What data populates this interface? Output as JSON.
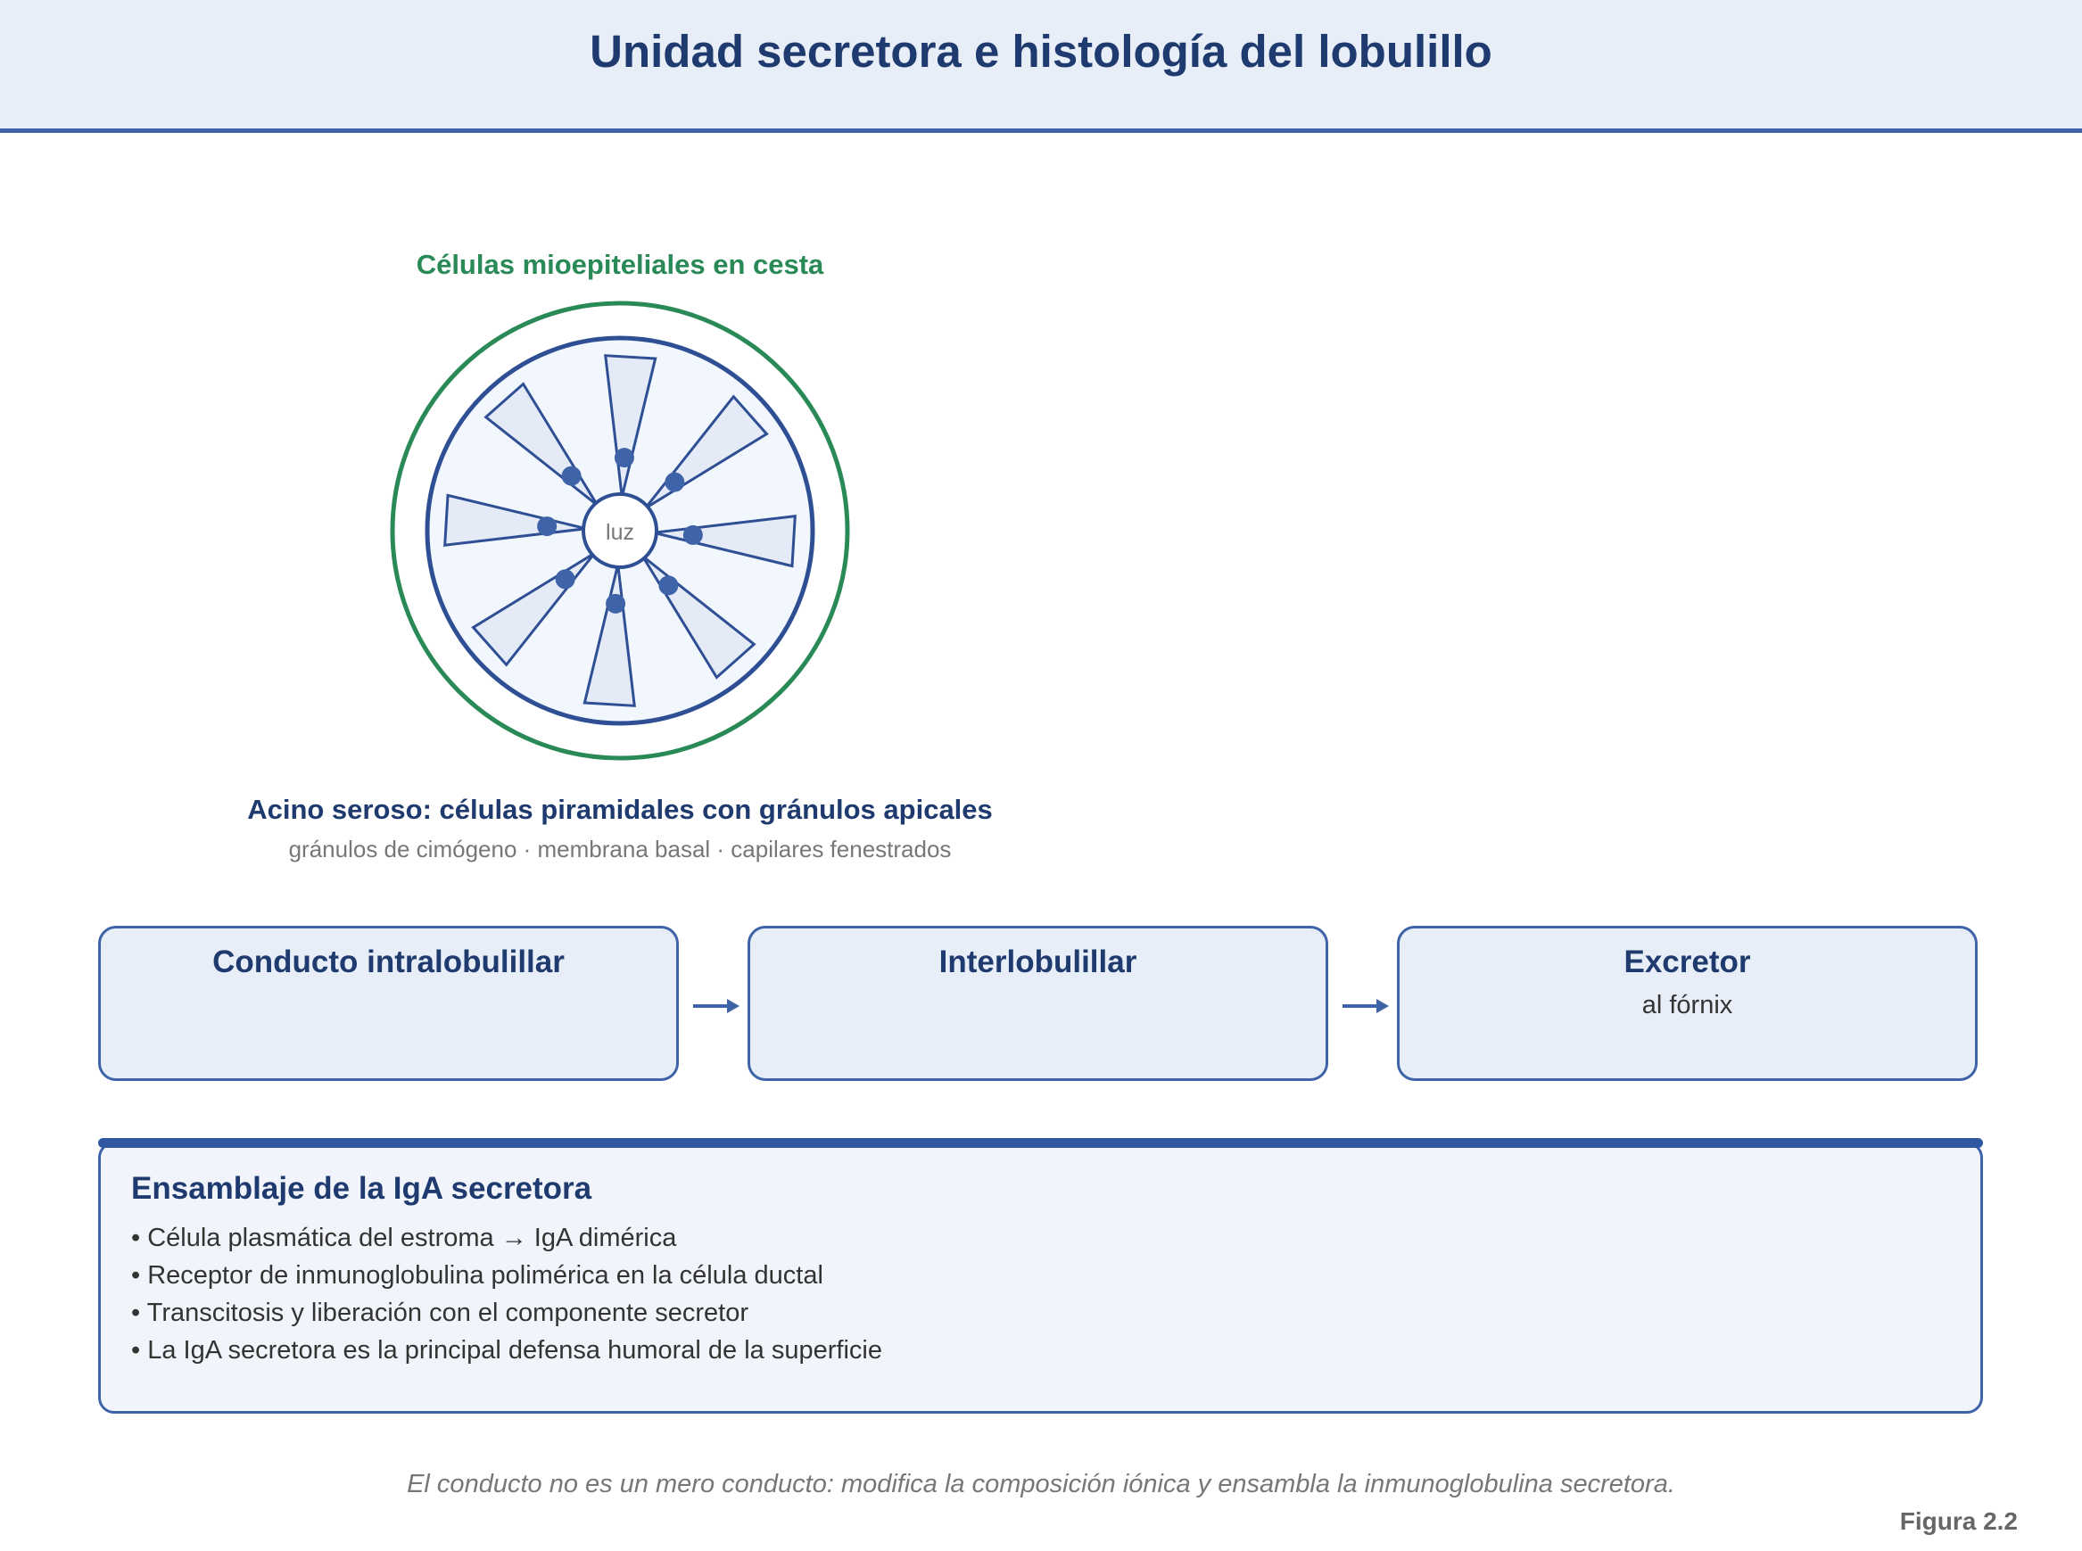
{
  "header": {
    "title": "Unidad secretora e histología del lobulillo"
  },
  "acino": {
    "myoepithelial_label": "Células mioepiteliales en cesta",
    "lumen_label": "luz",
    "caption": "Acino seroso: células piramidales con gránulos apicales",
    "subcaption": "gránulos de cimógeno · membrana basal · capilares fenestrados",
    "cell_count": 8,
    "colors": {
      "myoepithelial": "#2a8a57",
      "acinus": "#2f4f94",
      "cell_fill": "#e4ebf7",
      "granule": "#3e63a8"
    }
  },
  "ducts": [
    {
      "title": "Conducto intralobulillar",
      "subtitle": ""
    },
    {
      "title": "Interlobulillar",
      "subtitle": ""
    },
    {
      "title": "Excretor",
      "subtitle": "al fórnix"
    }
  ],
  "iga": {
    "title": "Ensamblaje de la IgA secretora",
    "items": [
      "• Célula plasmática del estroma → IgA dimérica",
      "• Receptor de inmunoglobulina polimérica en la célula ductal",
      "• Transcitosis y liberación con el componente secretor",
      "• La IgA secretora es la principal defensa humoral de la superficie"
    ]
  },
  "footer": {
    "note": "El conducto no es un mero conducto: modifica la composición iónica y ensambla la inmunoglobulina secretora.",
    "figure": "Figura 2.2"
  }
}
